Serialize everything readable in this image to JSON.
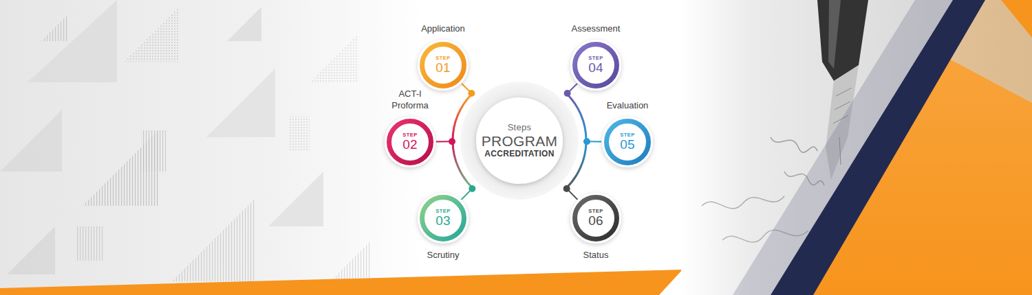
{
  "diagram": {
    "nodes": [
      {
        "text": [
          "Steps",
          "PROGRAM",
          "ACCREDITATION"
        ]
      },
      {
        "text": [
          "Application",
          "STEP",
          "01"
        ]
      },
      {
        "text": [
          "ACT-I Proforma",
          "STEP",
          "02"
        ]
      },
      {
        "text": [
          "STEP",
          "03",
          "Scrutiny"
        ]
      },
      {
        "text": [
          "Assessment",
          "STEP",
          "04"
        ]
      },
      {
        "text": [
          "Evaluation",
          "STEP",
          "05"
        ]
      },
      {
        "text": [
          "STEP",
          "06",
          "Status"
        ]
      }
    ],
    "edges": [
      {
        "from": 0,
        "to": 1,
        "arrow": "none"
      },
      {
        "from": 0,
        "to": 2,
        "arrow": "none"
      },
      {
        "from": 0,
        "to": 3,
        "arrow": "none"
      },
      {
        "from": 0,
        "to": 4,
        "arrow": "none"
      },
      {
        "from": 0,
        "to": 5,
        "arrow": "none"
      },
      {
        "from": 0,
        "to": 6,
        "arrow": "none"
      }
    ]
  }
}
